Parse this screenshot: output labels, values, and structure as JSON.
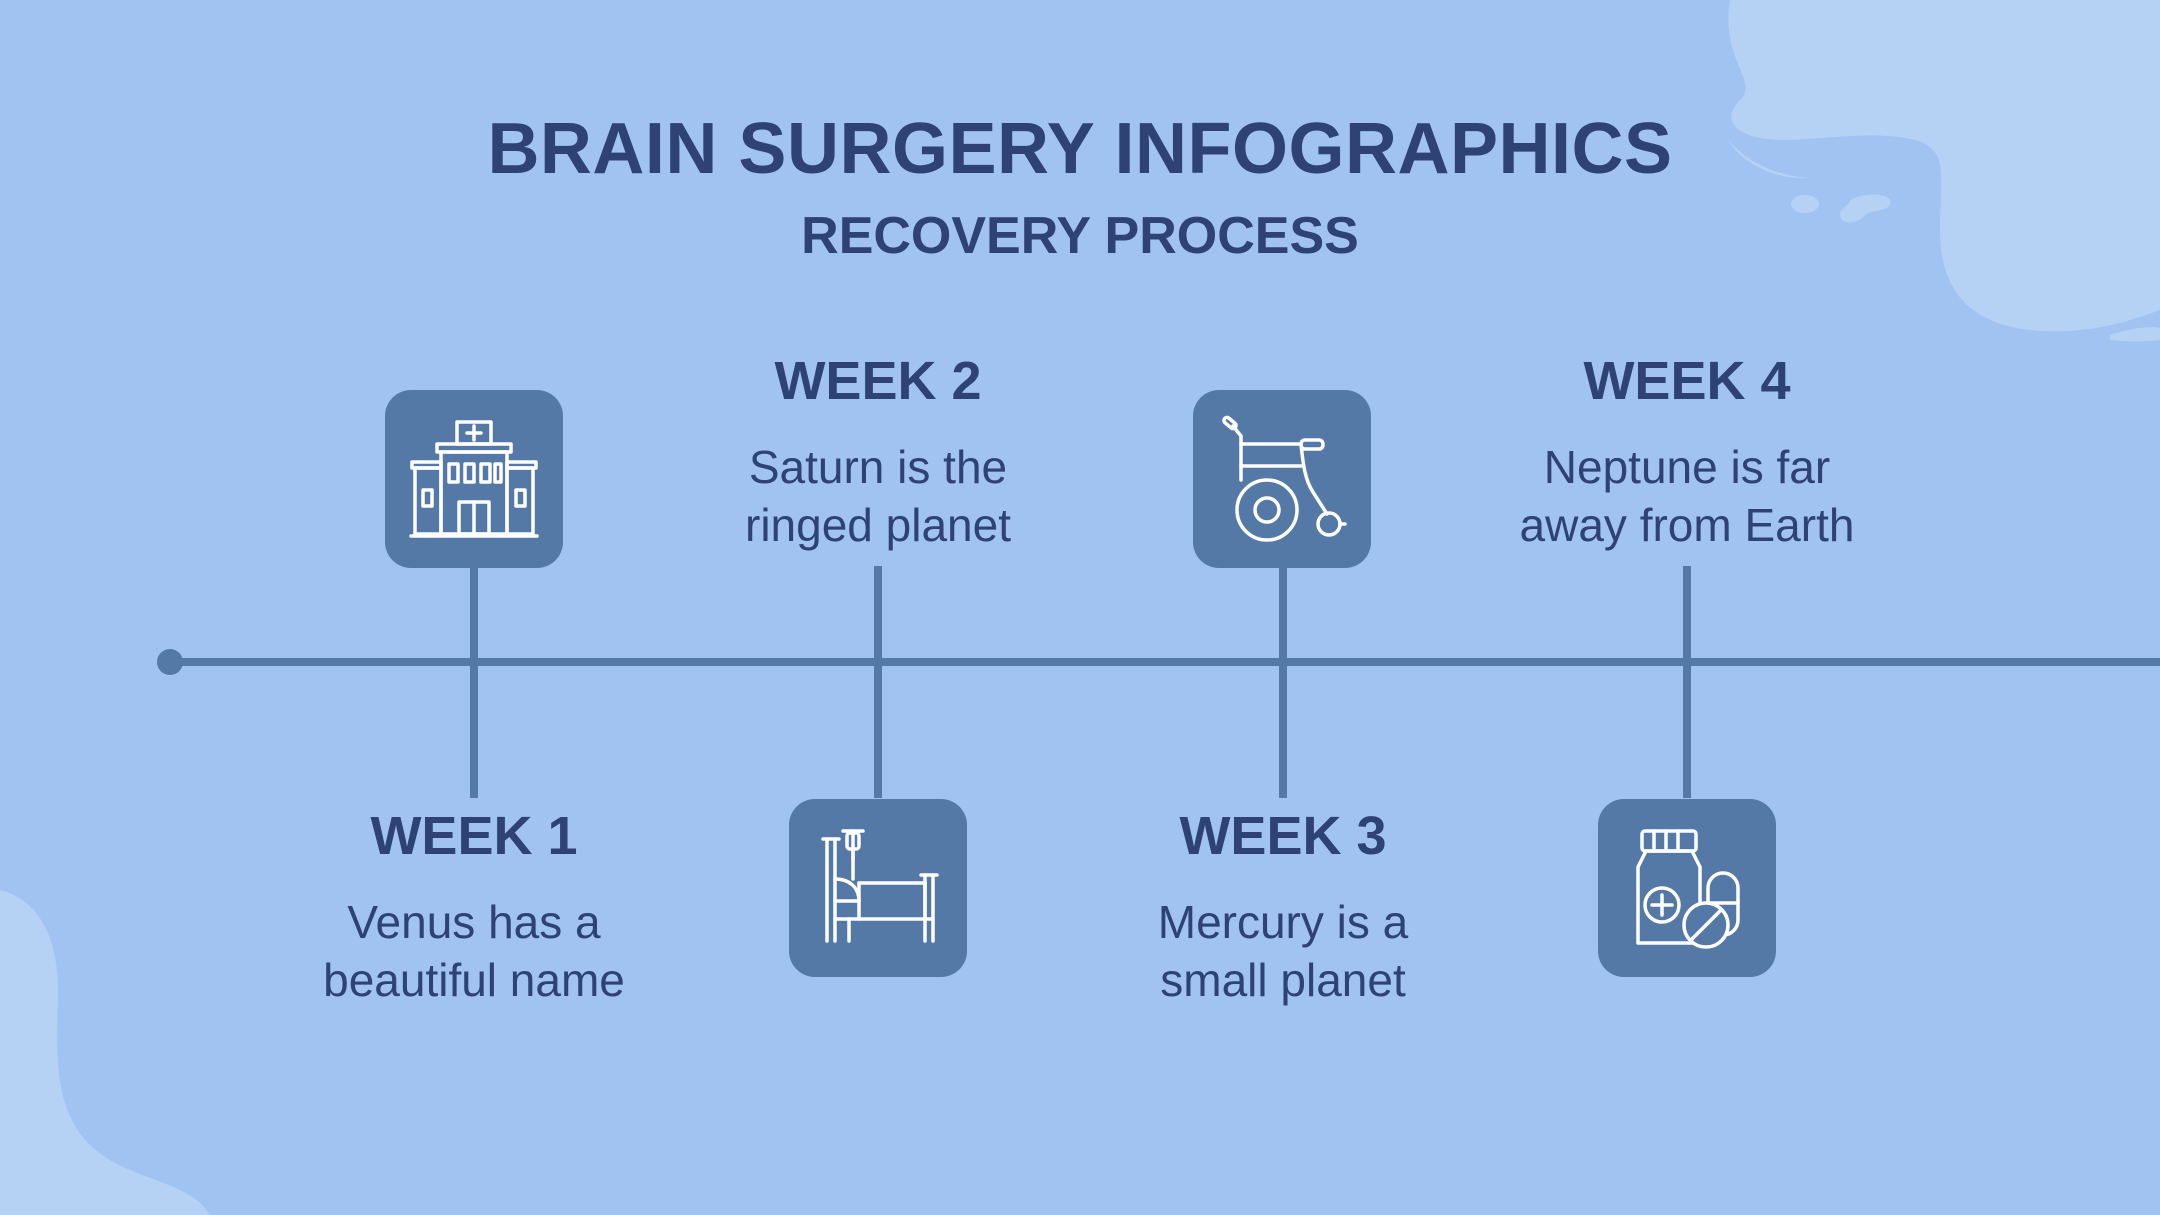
{
  "title": "BRAIN SURGERY INFOGRAPHICS",
  "subtitle": "RECOVERY PROCESS",
  "steps": [
    {
      "title": "WEEK 1",
      "text_line1": "Venus has a",
      "text_line2": "beautiful name",
      "icon": "hospital-icon"
    },
    {
      "title": "WEEK 2",
      "text_line1": "Saturn is the",
      "text_line2": "ringed planet",
      "icon": "hospital-bed-icon"
    },
    {
      "title": "WEEK 3",
      "text_line1": "Mercury is a",
      "text_line2": "small planet",
      "icon": "wheelchair-icon"
    },
    {
      "title": "WEEK 4",
      "text_line1": "Neptune is far",
      "text_line2": "away from Earth",
      "icon": "medicine-icon"
    }
  ],
  "colors": {
    "background": "#a0c3f2",
    "accent": "#5479a6",
    "text": "#2e4274",
    "blob": "#b5d2f5"
  }
}
